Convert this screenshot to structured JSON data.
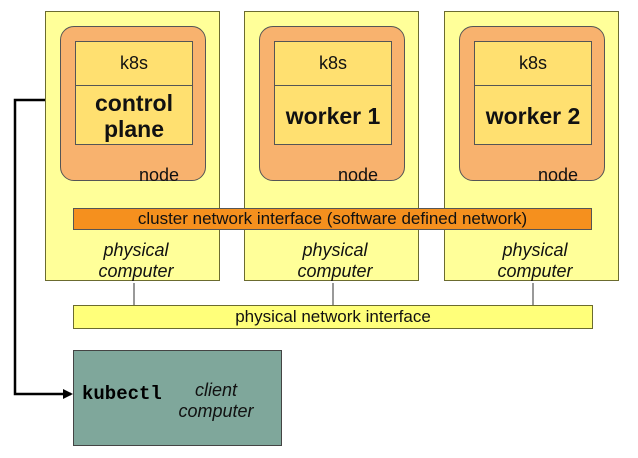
{
  "computers": [
    {
      "k8s": "k8s",
      "role": "control plane",
      "node": "node",
      "physical": "physical computer"
    },
    {
      "k8s": "k8s",
      "role": "worker 1",
      "node": "node",
      "physical": "physical computer"
    },
    {
      "k8s": "k8s",
      "role": "worker 2",
      "node": "node",
      "physical": "physical computer"
    }
  ],
  "cluster_network": "cluster network interface (software defined network)",
  "physical_network": "physical network interface",
  "client": {
    "tool": "kubectl",
    "label": "client computer"
  }
}
